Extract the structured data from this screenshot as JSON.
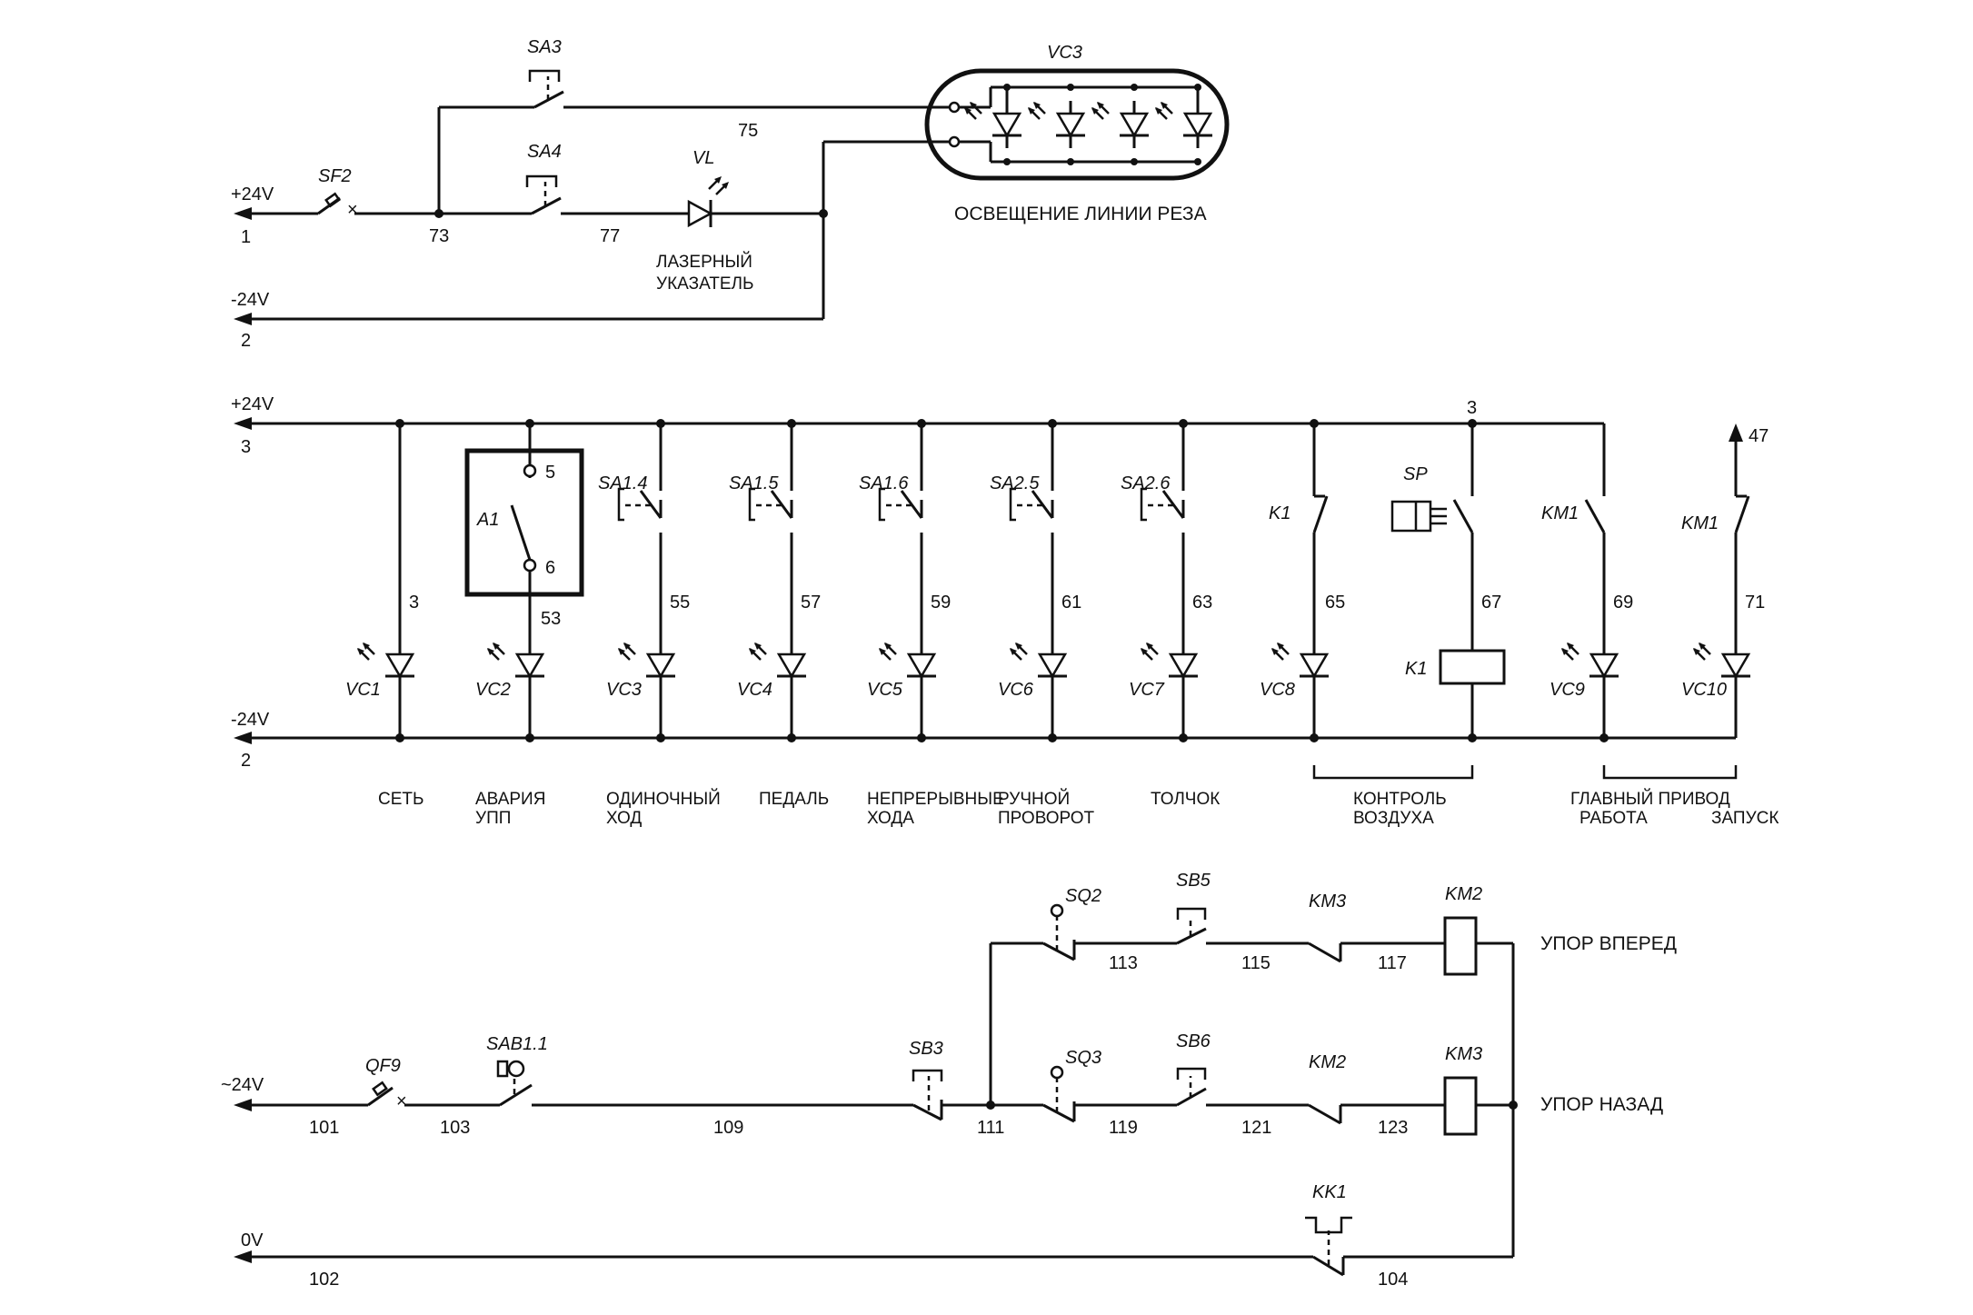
{
  "block1": {
    "plus_label": "+24V",
    "minus_label": "-24V",
    "wires": [
      "1",
      "73",
      "77",
      "75",
      "2"
    ],
    "refs": {
      "sf2": "SF2",
      "sa3": "SA3",
      "sa4": "SA4",
      "vl": "VL",
      "vc3": "VC3"
    },
    "laser_caption": [
      "ЛАЗЕРНЫЙ",
      "УКАЗАТЕЛЬ"
    ],
    "light_caption": "ОСВЕЩЕНИЕ ЛИНИИ РЕЗА"
  },
  "block2": {
    "plus_label": "+24V",
    "minus_label": "-24V",
    "bus_numbers": {
      "plus": "3",
      "minus": "2",
      "top": "3",
      "out": "47"
    },
    "module": {
      "ref": "A1",
      "pin_top": "5",
      "pin_bottom": "6"
    },
    "switch_refs": [
      "SA1.4",
      "SA1.5",
      "SA1.6",
      "SA2.5",
      "SA2.6"
    ],
    "contact_refs": {
      "k1": "K1",
      "sp": "SP",
      "km1a": "KM1",
      "km1b": "KM1",
      "coil": "K1"
    },
    "wire_numbers": [
      "3",
      "53",
      "55",
      "57",
      "59",
      "61",
      "63",
      "65",
      "67",
      "69",
      "71"
    ],
    "leds": [
      "VC1",
      "VC2",
      "VC3",
      "VC4",
      "VC5",
      "VC6",
      "VC7",
      "VC8",
      "VC9",
      "VC10"
    ],
    "captions": [
      {
        "line1": "СЕТЬ",
        "line2": ""
      },
      {
        "line1": "АВАРИЯ",
        "line2": "УПП"
      },
      {
        "line1": "ОДИНОЧНЫЙ",
        "line2": "ХОД"
      },
      {
        "line1": "ПЕДАЛЬ",
        "line2": ""
      },
      {
        "line1": "НЕПРЕРЫВНЫЕ",
        "line2": "ХОДА"
      },
      {
        "line1": "РУЧНОЙ",
        "line2": "ПРОВОРОТ"
      },
      {
        "line1": "ТОЛЧОК",
        "line2": ""
      }
    ],
    "air_caption": [
      "КОНТРОЛЬ",
      "ВОЗДУХА"
    ],
    "drive_caption": {
      "title": "ГЛАВНЫЙ ПРИВОД",
      "left": "РАБОТА",
      "right": "ЗАПУСК"
    }
  },
  "block3": {
    "ac_label": "~24V",
    "zero_label": "0V",
    "refs": {
      "qf9": "QF9",
      "sab": "SAB1.1",
      "sb3": "SB3",
      "sq2": "SQ2",
      "sq3": "SQ3",
      "sb5": "SB5",
      "sb6": "SB6",
      "km3": "KM3",
      "km2": "KM2",
      "coil_km2": "KM2",
      "coil_km3": "KM3",
      "kk1": "KK1"
    },
    "wire_numbers": {
      "w101": "101",
      "w103": "103",
      "w109": "109",
      "w111": "111",
      "w113": "113",
      "w115": "115",
      "w117": "117",
      "w119": "119",
      "w121": "121",
      "w123": "123",
      "w102": "102",
      "w104": "104"
    },
    "fwd_caption": "УПОР ВПЕРЕД",
    "back_caption": "УПОР НАЗАД"
  }
}
